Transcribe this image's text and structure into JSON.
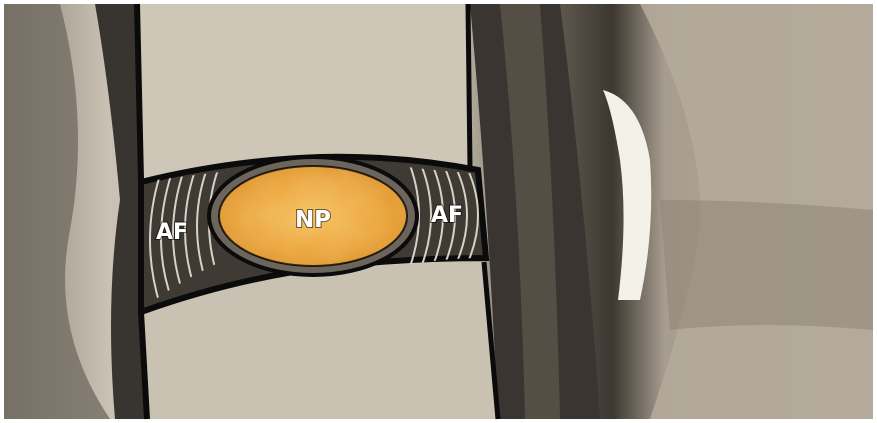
{
  "image": {
    "subject": "mri-spine-intervertebral-disc-overlay",
    "labels": {
      "annulus_left": "AF",
      "nucleus": "NP",
      "annulus_right": "AF"
    },
    "colors": {
      "background_tissue": "#b7ad9c",
      "vertebral_body": "#c8c0b0",
      "annulus_fill": "#3f3a33",
      "annulus_stripe": "#d8d2c6",
      "nucleus_fill": "#e8a238",
      "nucleus_highlight": "#f7c260",
      "outline": "#0b0b0b",
      "spinal_cord_dark": "#2d2a26",
      "csf_bright": "#f2efe6"
    },
    "icons": {
      "vertebra_upper": "vertebra-icon",
      "vertebra_lower": "vertebra-icon",
      "disc": "intervertebral-disc-icon"
    }
  }
}
